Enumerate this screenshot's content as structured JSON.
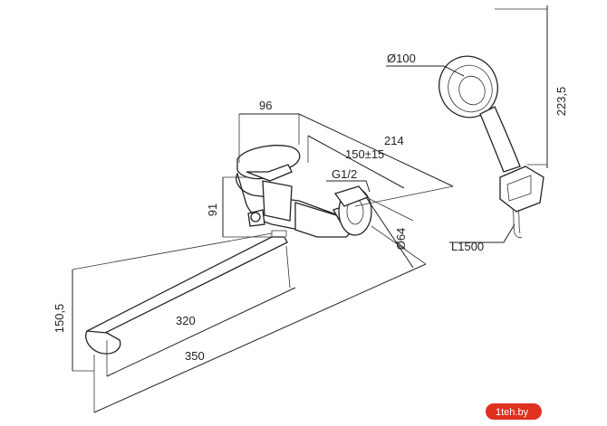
{
  "dimensions": {
    "d100": "Ø100",
    "h223_5": "223,5",
    "w96": "96",
    "w214": "214",
    "w150": "150±15",
    "g12": "G1/2",
    "h91": "91",
    "d64": "Ø64",
    "l1500": "L1500",
    "h150_5": "150,5",
    "l320": "320",
    "l350": "350"
  },
  "watermark": {
    "text": "1teh.by",
    "color": "#e0301e"
  }
}
